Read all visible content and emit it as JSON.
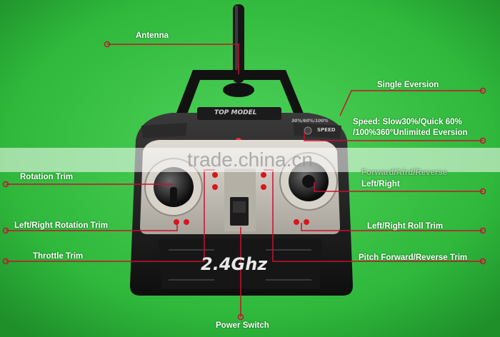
{
  "colors": {
    "background": "#2fb83c",
    "background_dark": "#1f8f2a",
    "leader_line": "#c8102e",
    "label_text": "#ffffff",
    "body_dark": "#1a1a1a",
    "panel_silver": "#c9c4bb"
  },
  "device": {
    "badge": "TOP MODEL",
    "frequency": "2.4Ghz",
    "speed_marker": "SPEED",
    "speed_scale": "30%/60%/100%"
  },
  "labels": {
    "antenna": "Antenna",
    "single_eversion": "Single Eversion",
    "speed_line1": "Speed: Slow30%/Quick 60%",
    "speed_line2": "/100%360°Unlimited Eversion",
    "rotation_trim": "Rotation Trim",
    "forward_line1": "Forward/Afrd/Reverse",
    "forward_line2": "Left/Right",
    "left_right_rotation_trim": "Left/Right Rotation Trim",
    "left_right_roll_trim": "Left/Right Roll Trim",
    "throttle_trim": "Throttle Trim",
    "pitch_trim": "Pitch Forward/Reverse Trim",
    "power_switch": "Power Switch"
  },
  "watermark": "trade.china.cn",
  "icons": {
    "stick": "joystick-icon",
    "trim": "trim-button-icon",
    "led": "led-icon"
  }
}
